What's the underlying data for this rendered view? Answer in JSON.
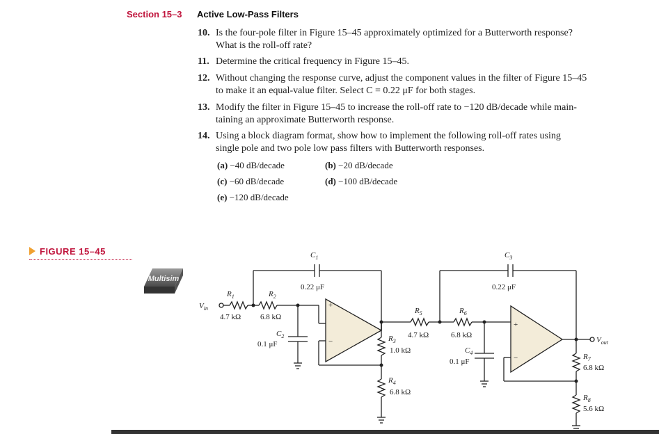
{
  "section": {
    "label": "Section 15–3",
    "title": "Active Low-Pass Filters"
  },
  "problems": [
    {
      "num": "10.",
      "lines": [
        "Is the four-pole filter in Figure 15–45 approximately optimized for a Butterworth response?",
        "What is the roll-off rate?"
      ]
    },
    {
      "num": "11.",
      "lines": [
        "Determine the critical frequency in Figure 15–45."
      ]
    },
    {
      "num": "12.",
      "lines": [
        "Without changing the response curve, adjust the component values in the filter of Figure 15–45",
        "to make it an equal-value filter. Select C = 0.22 μF for both stages."
      ]
    },
    {
      "num": "13.",
      "lines": [
        "Modify the filter in Figure 15–45 to increase the roll-off rate to −120 dB/decade while main-",
        "taining an approximate Butterworth response."
      ]
    },
    {
      "num": "14.",
      "lines": [
        "Using a block diagram format, show how to implement the following roll-off rates using",
        "single pole and two pole low pass filters with Butterworth responses."
      ]
    }
  ],
  "parts": [
    {
      "label": "(a)",
      "text": "−40 dB/decade"
    },
    {
      "label": "(b)",
      "text": "−20 dB/decade"
    },
    {
      "label": "(c)",
      "text": "−60 dB/decade"
    },
    {
      "label": "(d)",
      "text": "−100 dB/decade"
    },
    {
      "label": "(e)",
      "text": "−120 dB/decade"
    }
  ],
  "figure": {
    "label": "FIGURE 15–45",
    "logo_text": "Multisim",
    "components": {
      "vin": "V",
      "vin_sub": "in",
      "vout": "V",
      "vout_sub": "out",
      "r1": {
        "name": "R",
        "sub": "1",
        "value": "4.7 kΩ"
      },
      "r2": {
        "name": "R",
        "sub": "2",
        "value": "6.8 kΩ"
      },
      "r3": {
        "name": "R",
        "sub": "3",
        "value": "1.0 kΩ"
      },
      "r4": {
        "name": "R",
        "sub": "4",
        "value": "6.8 kΩ"
      },
      "r5": {
        "name": "R",
        "sub": "5",
        "value": "4.7 kΩ"
      },
      "r6": {
        "name": "R",
        "sub": "6",
        "value": "6.8 kΩ"
      },
      "r7": {
        "name": "R",
        "sub": "7",
        "value": "6.8 kΩ"
      },
      "r8": {
        "name": "R",
        "sub": "8",
        "value": "5.6 kΩ"
      },
      "c1": {
        "name": "C",
        "sub": "1",
        "value": "0.22 μF"
      },
      "c2": {
        "name": "C",
        "sub": "2",
        "value": "0.1 μF"
      },
      "c3": {
        "name": "C",
        "sub": "3",
        "value": "0.22 μF"
      },
      "c4": {
        "name": "C",
        "sub": "4",
        "value": "0.1 μF"
      }
    },
    "opamp_plus": "+",
    "opamp_minus": "−"
  }
}
